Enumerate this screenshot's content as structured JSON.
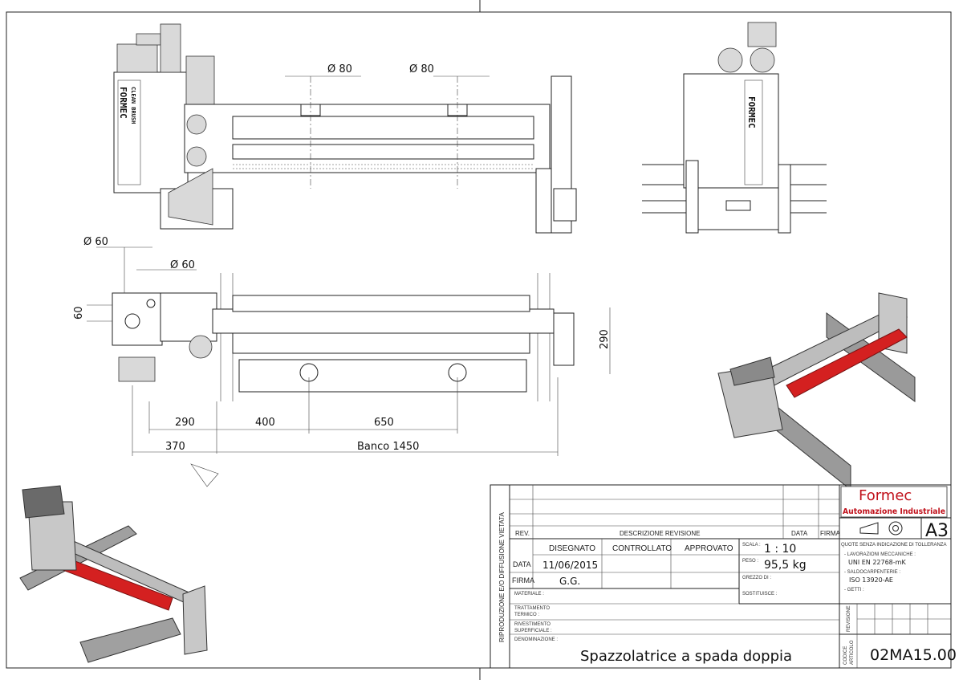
{
  "drawing": {
    "dimensions": {
      "dia80_a": "Ø 80",
      "dia80_b": "Ø 80",
      "dia60_a": "Ø 60",
      "dia60_b": "Ø 60",
      "h60": "60",
      "h290": "290",
      "d290": "290",
      "d400": "400",
      "d650": "650",
      "d370": "370",
      "banco": "Banco 1450"
    },
    "machine_logo": {
      "brand": "FORMEC",
      "sub": "CLEAN BRUSH"
    }
  },
  "title_block": {
    "side_note": "RIPRODUZIONE E/O DIFFUSIONE VIETATA",
    "rev_header": {
      "rev": "REV.",
      "descr": "DESCRIZIONE REVISIONE",
      "data": "DATA",
      "firma": "FIRMA"
    },
    "columns": {
      "disegnato": "DISEGNATO",
      "controllato": "CONTROLLATO",
      "approvato": "APPROVATO"
    },
    "row_labels": {
      "data": "DATA",
      "firma": "FIRMA"
    },
    "date": "11/06/2015",
    "signature": "G.G.",
    "scala_label": "SCALA :",
    "scala": "1 : 10",
    "peso_label": "PESO :",
    "peso": "95,5 kg",
    "grezzo_label": "GREZZO DI :",
    "sostituisce_label": "SOSTITUISCE :",
    "materiale_label": "MATERIALE :",
    "trattamento_label": [
      "TRATTAMENTO",
      "TERMICO :"
    ],
    "rivestimento_label": [
      "RIVESTIMENTO",
      "SUPERFICIALE :"
    ],
    "denominazione_label": "DENOMINAZIONE :",
    "denominazione": "Spazzolatrice a spada doppia",
    "company": "Formec",
    "company_sub": "Automazione Industriale",
    "format": "A3",
    "tolerance_title": "QUOTE SENZA INDICAZIONE DI TOLLERANZA",
    "tolerances": [
      {
        "label": "- LAVORAZIONI MECCANICHE :",
        "value": "UNI EN 22768-mK"
      },
      {
        "label": "- SALDOCARPENTERIE :",
        "value": "ISO 13920-AE"
      },
      {
        "label": "- GETTI :",
        "value": ""
      }
    ],
    "revisione_label": "REVISIONE",
    "codice_label": [
      "CODICE",
      "ARTICOLO"
    ],
    "codice": "02MA15.00",
    "colors": {
      "brand_red": "#c0101a",
      "part_red": "#d42020"
    }
  }
}
